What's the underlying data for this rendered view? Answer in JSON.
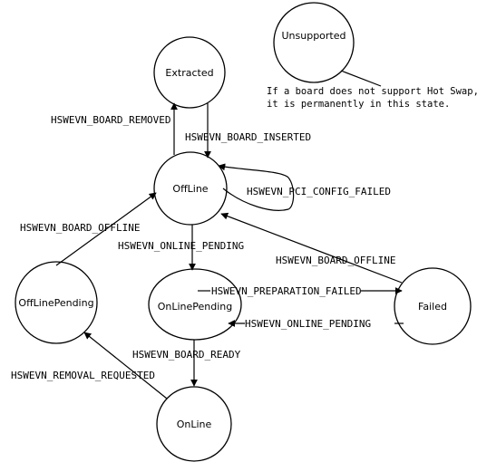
{
  "states": {
    "unsupported": "Unsupported",
    "extracted": "Extracted",
    "offline": "OffLine",
    "offline_pending": "OffLinePending",
    "online_pending": "OnLinePending",
    "failed": "Failed",
    "online": "OnLine"
  },
  "transitions": {
    "board_removed": "HSWEVN_BOARD_REMOVED",
    "board_inserted": "HSWEVN_BOARD_INSERTED",
    "pci_config_failed": "HSWEVN_PCI_CONFIG_FAILED",
    "board_offline_left": "HSWEVN_BOARD_OFFLINE",
    "online_pending_down": "HSWEVN_ONLINE_PENDING",
    "board_offline_right": "HSWEVN_BOARD_OFFLINE",
    "preparation_failed": "HSWEVN_PREPARATION_FAILED",
    "online_pending_back": "HSWEVN_ONLINE_PENDING",
    "board_ready": "HSWEVN_BOARD_READY",
    "removal_requested": "HSWEVN_REMOVAL_REQUESTED"
  },
  "note": {
    "line1": "If a board does not support Hot Swap,",
    "line2": "it is permanently in this state."
  }
}
